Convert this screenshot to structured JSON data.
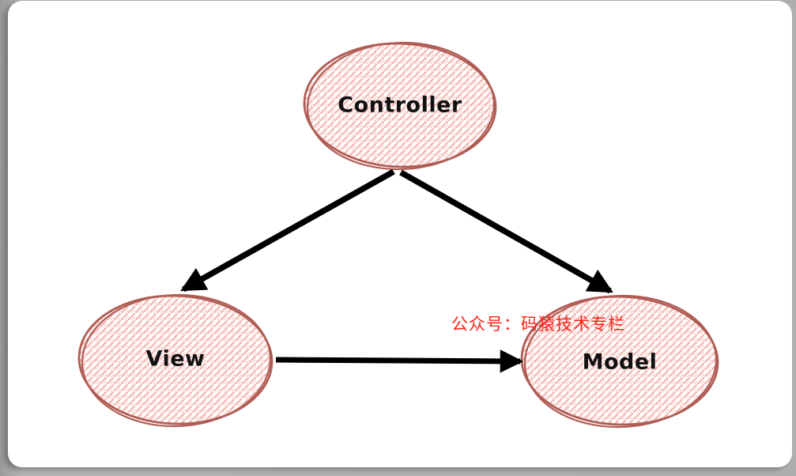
{
  "diagram": {
    "title_implied": "MVC",
    "nodes": [
      {
        "id": "controller",
        "label": "Controller"
      },
      {
        "id": "view",
        "label": "View"
      },
      {
        "id": "model",
        "label": "Model"
      }
    ],
    "edges": [
      {
        "from": "controller",
        "to": "view",
        "direction": "down-left"
      },
      {
        "from": "controller",
        "to": "model",
        "direction": "down-right"
      },
      {
        "from": "view",
        "to": "model",
        "direction": "right"
      }
    ],
    "watermark": "公众号：码猿技术专栏",
    "colors": {
      "node_stroke": "#b05d55",
      "node_hachure_fill": "#f2b3ac",
      "arrow": "#000000",
      "watermark_red": "#f92418",
      "canvas_bg": "#aeaeae",
      "card_bg": "#ffffff",
      "label_text": "#111111"
    }
  }
}
